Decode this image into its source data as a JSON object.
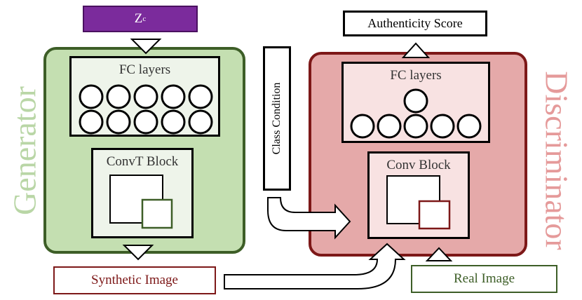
{
  "z_input": {
    "label": "Z",
    "subscript": "c"
  },
  "generator": {
    "title": "Generator",
    "fc_label": "FC layers",
    "conv_label": "ConvT Block"
  },
  "discriminator": {
    "title": "Discriminator",
    "fc_label": "FC layers",
    "conv_label": "Conv Block"
  },
  "class_condition": "Class Condition",
  "authenticity_score": "Authenticity Score",
  "synthetic_image": "Synthetic Image",
  "real_image": "Real Image",
  "colors": {
    "generator_fill": "#c4dfb1",
    "generator_border": "#3d5e27",
    "discriminator_fill": "#e5a9a9",
    "discriminator_border": "#7d1818",
    "z_fill": "#7b2b9c"
  }
}
